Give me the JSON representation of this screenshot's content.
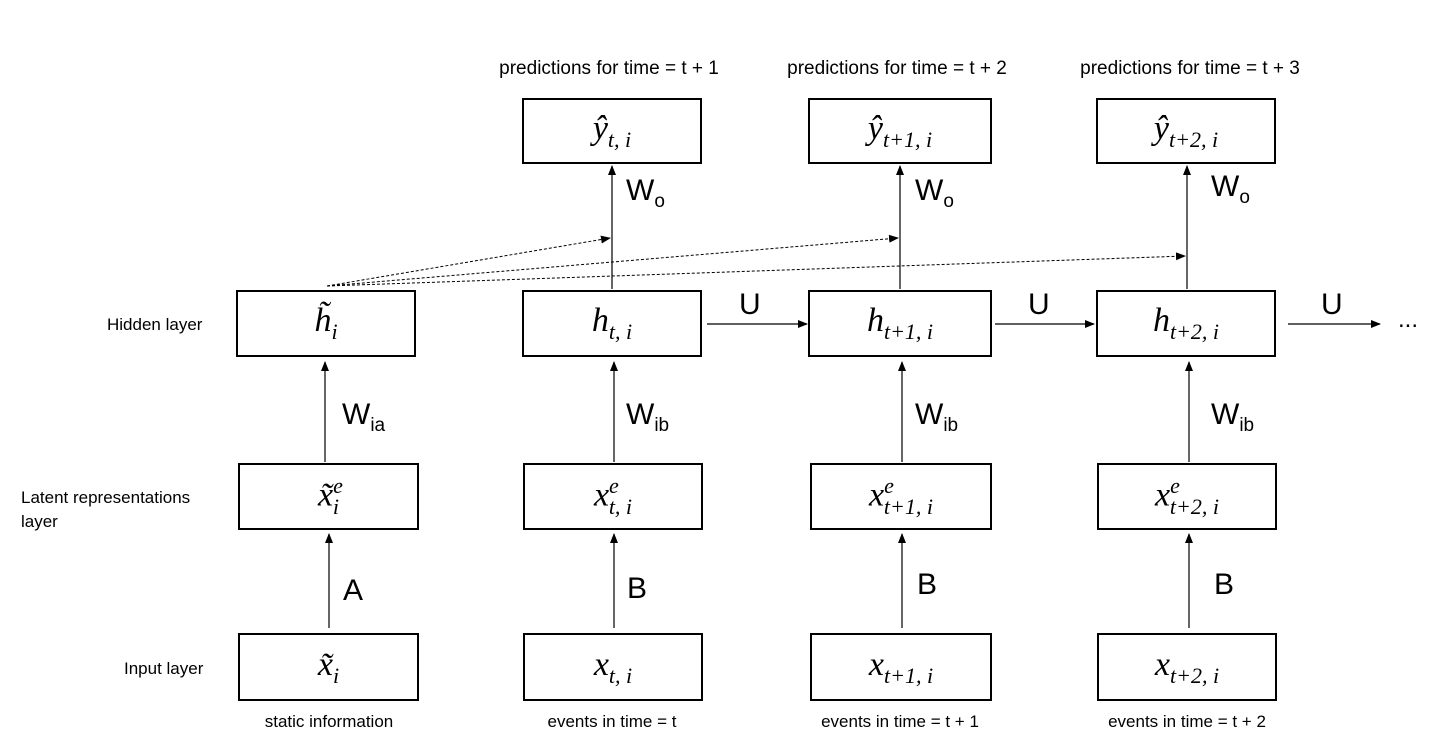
{
  "rows": {
    "hidden": "Hidden layer",
    "latent_line1": "Latent representations",
    "latent_line2": "layer",
    "input": "Input layer"
  },
  "predictions": [
    "predictions for time = t + 1",
    "predictions for time = t + 2",
    "predictions for time = t + 3"
  ],
  "columns": {
    "static": "static information",
    "t0": "events in time = t",
    "t1": "events in time = t + 1",
    "t2": "events in time = t + 2"
  },
  "outputs": {
    "y0": {
      "base": "ŷ",
      "sub": "t, i"
    },
    "y1": {
      "base": "ŷ",
      "sub": "t+1, i"
    },
    "y2": {
      "base": "ŷ",
      "sub": "t+2, i"
    }
  },
  "hidden": {
    "static": {
      "base": "h̃",
      "sub": "i"
    },
    "h0": {
      "base": "h",
      "sub": "t, i"
    },
    "h1": {
      "base": "h",
      "sub": "t+1, i"
    },
    "h2": {
      "base": "h",
      "sub": "t+2, i"
    }
  },
  "latent": {
    "static": {
      "base": "x̃",
      "sup": "e",
      "sub": "i"
    },
    "x0": {
      "base": "x",
      "sup": "e",
      "sub": "t, i"
    },
    "x1": {
      "base": "x",
      "sup": "e",
      "sub": "t+1, i"
    },
    "x2": {
      "base": "x",
      "sup": "e",
      "sub": "t+2, i"
    }
  },
  "inputs": {
    "static": {
      "base": "x̃",
      "sub": "i"
    },
    "x0": {
      "base": "x",
      "sub": "t, i"
    },
    "x1": {
      "base": "x",
      "sub": "t+1, i"
    },
    "x2": {
      "base": "x",
      "sub": "t+2, i"
    }
  },
  "weights": {
    "wo_base": "W",
    "wo_sub": "o",
    "wia_base": "W",
    "wia_sub": "ia",
    "wib_base": "W",
    "wib_sub": "ib",
    "a": "A",
    "b": "B",
    "u": "U",
    "ellipsis": "..."
  }
}
